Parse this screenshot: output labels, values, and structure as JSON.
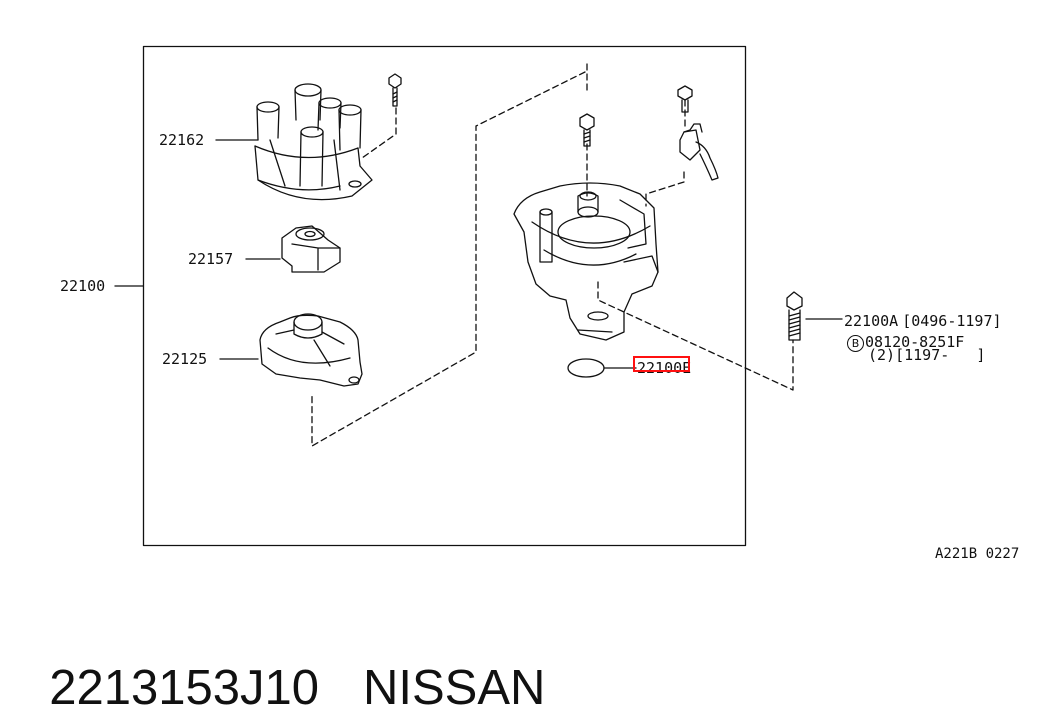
{
  "labels": {
    "assembly": "22100",
    "cap": "22162",
    "rotor": "22157",
    "housing": "22125",
    "bolt": "22100A",
    "bolt_range": "[0496-1197]",
    "bolt_alt_marker": "B",
    "bolt_alt_part": "08120-8251F",
    "bolt_alt_note": "(2)[1197-   ]",
    "oring": "22100E"
  },
  "diagram_ref": "A221B 0227",
  "caption": {
    "part_number": "2213153J10",
    "brand": "NISSAN"
  },
  "colors": {
    "line": "#111111",
    "highlight": "#ff1010"
  }
}
